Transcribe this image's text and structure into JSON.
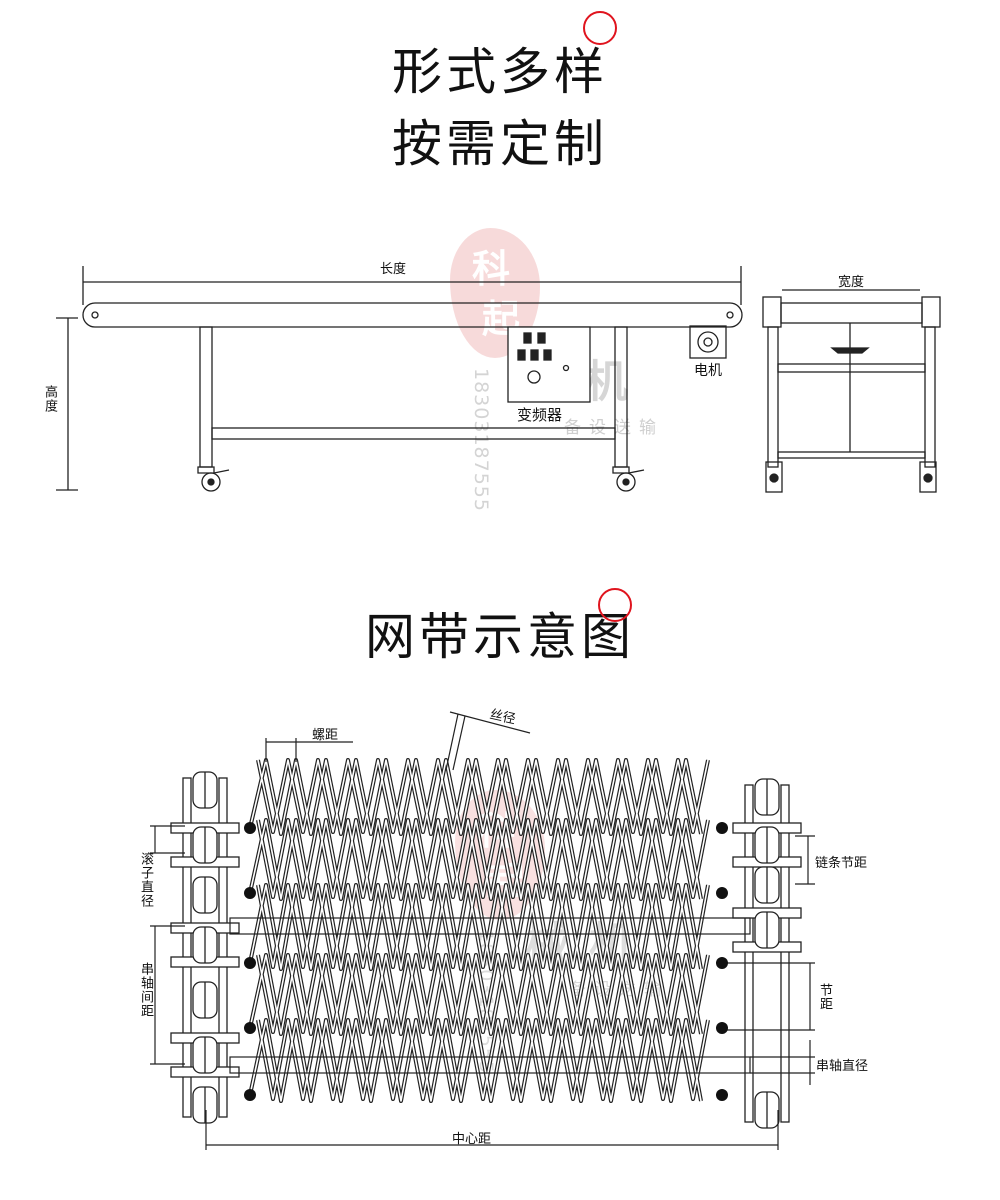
{
  "heading1": {
    "line1": "形式多样",
    "line2": "按需定制"
  },
  "conveyor_drawing": {
    "length_label": "长度",
    "height_label": "高度",
    "width_label": "宽度",
    "inverter_label": "变频器",
    "motor_label": "电机"
  },
  "heading2": "网带示意图",
  "mesh_drawing": {
    "spiral_pitch_label": "螺距",
    "wire_diameter_label": "丝径",
    "roller_diameter_label": "滚子直径",
    "shaft_spacing_label": "串轴间距",
    "chain_pitch_label": "链条节距",
    "pitch_label": "节距",
    "shaft_diameter_label": "串轴直径",
    "center_distance_label": "中心距"
  },
  "watermark": {
    "char1": "科",
    "char2": "起",
    "phone": "18303187555",
    "brand": "机械",
    "slogan": "输送设备"
  },
  "colors": {
    "accent_ring": "#e0141e",
    "line": "#222222",
    "watermark_red": "#f6d3d3"
  }
}
